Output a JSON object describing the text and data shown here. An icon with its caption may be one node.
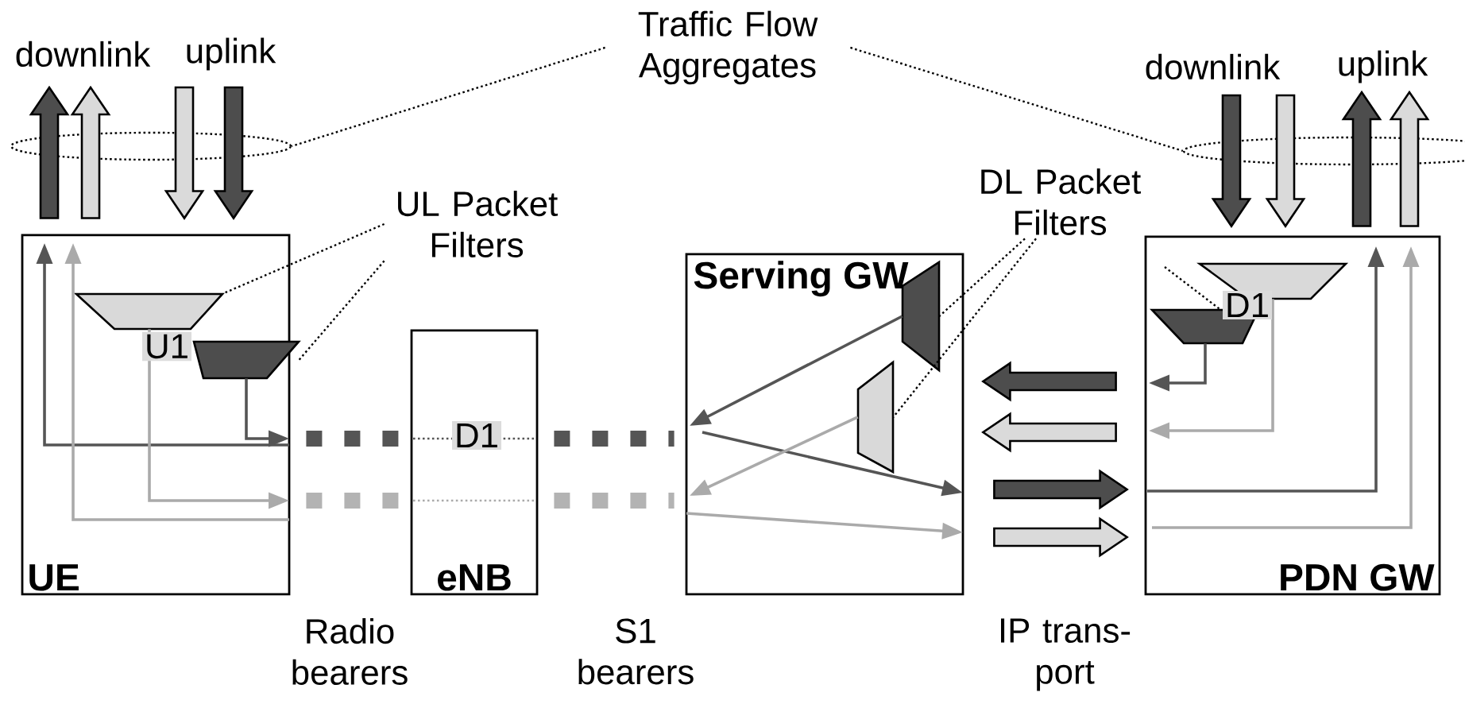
{
  "diagram": {
    "nodes": [
      {
        "text": [
          "UE"
        ]
      },
      {
        "text": [
          "eNB"
        ]
      },
      {
        "text": [
          "Serving GW"
        ]
      },
      {
        "text": [
          "PDN GW"
        ]
      },
      {
        "text": [],
        "shape": "trapezoid",
        "in": 0
      },
      {
        "text": [],
        "shape": "trapezoid",
        "in": 0
      },
      {
        "text": [],
        "shape": "trapezoid",
        "in": 2
      },
      {
        "text": [],
        "shape": "trapezoid",
        "in": 2
      },
      {
        "text": [],
        "shape": "trapezoid",
        "in": 3
      },
      {
        "text": [],
        "shape": "trapezoid",
        "in": 3
      },
      {
        "text": [
          "Traffic Flow Aggregates"
        ]
      },
      {
        "text": [],
        "shape": "ellipse"
      },
      {
        "text": [],
        "shape": "ellipse"
      },
      {
        "text": [
          "UL Packet Filters"
        ]
      },
      {
        "text": [
          "DL Packet Filters"
        ]
      }
    ],
    "edges": [
      {
        "from": 0,
        "to": null,
        "arrow": "to",
        "style": "thick",
        "color": "#4d4d4d"
      },
      {
        "from": 0,
        "to": null,
        "arrow": "to",
        "style": "thick",
        "color": "#dadada"
      },
      {
        "from": null,
        "to": 0,
        "arrow": "to",
        "style": "thick",
        "color": "#dadada"
      },
      {
        "from": null,
        "to": 0,
        "arrow": "to",
        "style": "thick",
        "color": "#4d4d4d"
      },
      {
        "from": null,
        "to": 3,
        "arrow": "to",
        "style": "thick",
        "color": "#4d4d4d"
      },
      {
        "from": null,
        "to": 3,
        "arrow": "to",
        "style": "thick",
        "color": "#dadada"
      },
      {
        "from": 3,
        "to": null,
        "arrow": "to",
        "style": "thick",
        "color": "#4d4d4d"
      },
      {
        "from": 3,
        "to": null,
        "arrow": "to",
        "style": "thick",
        "color": "#dadada"
      },
      {
        "from": 3,
        "to": 2,
        "arrow": "to",
        "style": "thick",
        "color": "#4d4d4d"
      },
      {
        "from": 3,
        "to": 2,
        "arrow": "to",
        "style": "thick",
        "color": "#dadada"
      },
      {
        "from": 2,
        "to": 3,
        "arrow": "to",
        "style": "thick",
        "color": "#4d4d4d"
      },
      {
        "from": 2,
        "to": 3,
        "arrow": "to",
        "style": "thick",
        "color": "#dadada"
      },
      {
        "from": 0,
        "to": 1,
        "arrow": "none",
        "style": "dashed",
        "color": "#555555"
      },
      {
        "from": 0,
        "to": 1,
        "arrow": "none",
        "style": "dashed",
        "color": "#b3b3b3"
      },
      {
        "from": 1,
        "to": 2,
        "arrow": "none",
        "style": "dashed",
        "color": "#555555"
      },
      {
        "from": 1,
        "to": 2,
        "arrow": "none",
        "style": "dashed",
        "color": "#b3b3b3"
      },
      {
        "from": 5,
        "to": null,
        "arrow": "to",
        "color": "#555555"
      },
      {
        "from": 4,
        "to": null,
        "arrow": "to",
        "color": "#aaaaaa"
      },
      {
        "from": 6,
        "to": null,
        "arrow": "to",
        "color": "#555555"
      },
      {
        "from": 7,
        "to": null,
        "arrow": "to",
        "color": "#aaaaaa"
      },
      {
        "from": 9,
        "to": null,
        "arrow": "to",
        "color": "#555555"
      },
      {
        "from": 8,
        "to": null,
        "arrow": "to",
        "color": "#aaaaaa"
      },
      {
        "from": 10,
        "to": 11,
        "arrow": "none",
        "style": "dashed"
      },
      {
        "from": 10,
        "to": 12,
        "arrow": "none",
        "style": "dashed"
      },
      {
        "from": 13,
        "to": 4,
        "arrow": "none",
        "style": "dashed"
      },
      {
        "from": 13,
        "to": 5,
        "arrow": "none",
        "style": "dashed"
      },
      {
        "from": 14,
        "to": 6,
        "arrow": "none",
        "style": "dashed"
      },
      {
        "from": 14,
        "to": 7,
        "arrow": "none",
        "style": "dashed"
      },
      {
        "from": null,
        "to": 9,
        "arrow": "none",
        "style": "dashed"
      }
    ],
    "labels": [
      "downlink",
      "uplink",
      "downlink",
      "uplink",
      "U1",
      "D1",
      "D1",
      "Radio bearers",
      "S1 bearers",
      "IP trans-port"
    ]
  }
}
